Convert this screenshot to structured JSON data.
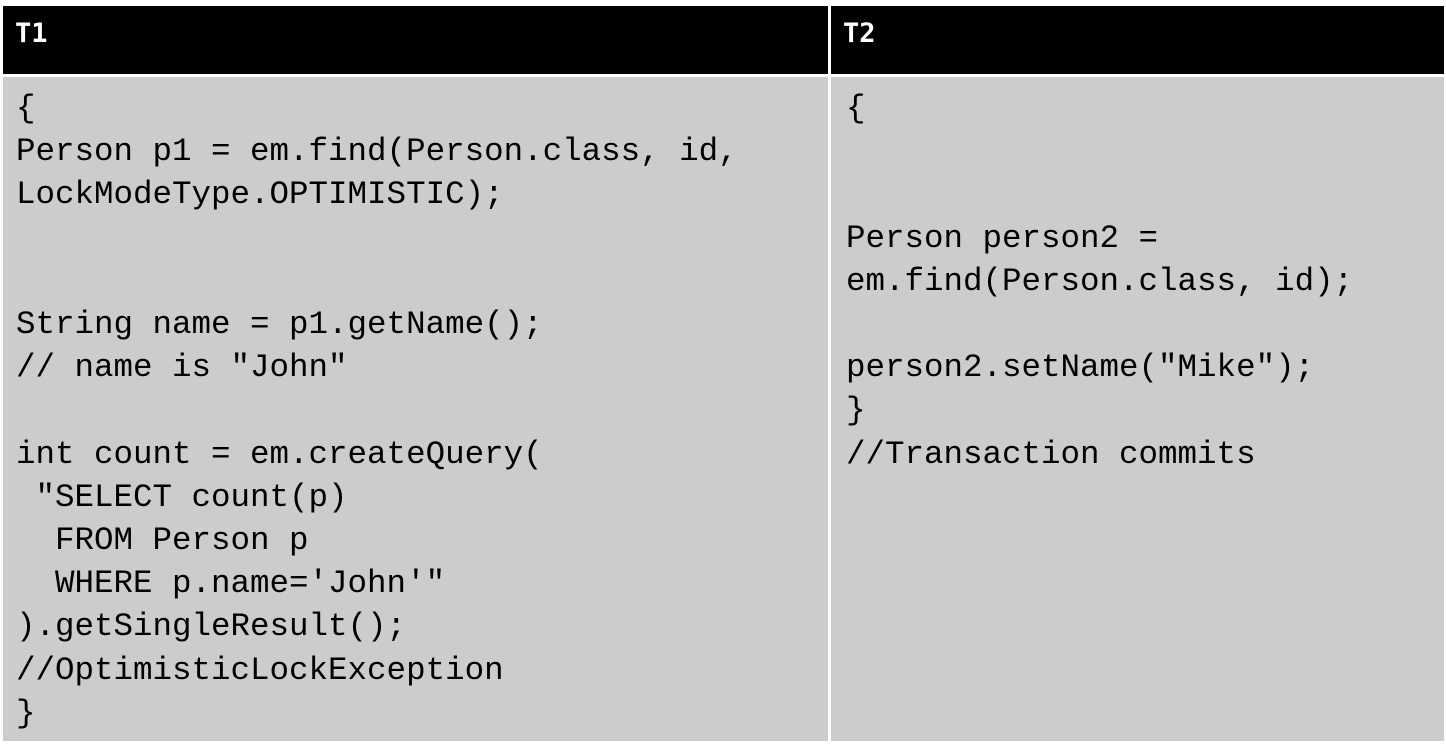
{
  "columns": [
    {
      "header": "T1",
      "lines": [
        "{",
        "Person p1 = em.find(Person.class, id,",
        "LockModeType.OPTIMISTIC);",
        "",
        "",
        "String name = p1.getName();",
        "// name is \"John\"",
        "",
        "int count = em.createQuery(",
        " \"SELECT count(p)",
        "  FROM Person p",
        "  WHERE p.name='John'\"",
        ").getSingleResult();",
        "//OptimisticLockException",
        "}"
      ]
    },
    {
      "header": "T2",
      "lines": [
        "{",
        "",
        "",
        "Person person2 =",
        "em.find(Person.class, id);",
        "",
        "person2.setName(\"Mike\");",
        "}",
        "//Transaction commits"
      ]
    }
  ],
  "colors": {
    "header_bg": "#000000",
    "header_text": "#ffffff",
    "cell_bg": "#cccccc",
    "text": "#000000"
  }
}
